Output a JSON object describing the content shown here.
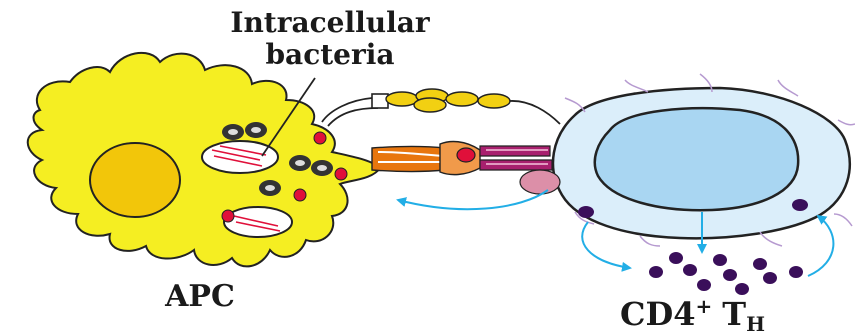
{
  "labels": {
    "bacteria_line1": "Intracellular",
    "bacteria_line2": "bacteria",
    "apc": "APC",
    "th_main": "CD4",
    "th_sup": "+",
    "th_t": "T",
    "th_sub": "H"
  },
  "colors": {
    "apc_fill": "#f5ee22",
    "apc_nucleus": "#f2c60a",
    "tcell_fill": "#dbeefa",
    "tcell_nucleus": "#a9d6f2",
    "outline": "#222222",
    "arrow": "#22aee6",
    "cytokine": "#3a0f5a",
    "red_dot": "#e0103a",
    "adhesion_yellow": "#f2d012",
    "tcr_orange": "#e8760e",
    "tcr_magenta": "#a8206e",
    "cd4_pink": "#dc8fa8"
  }
}
